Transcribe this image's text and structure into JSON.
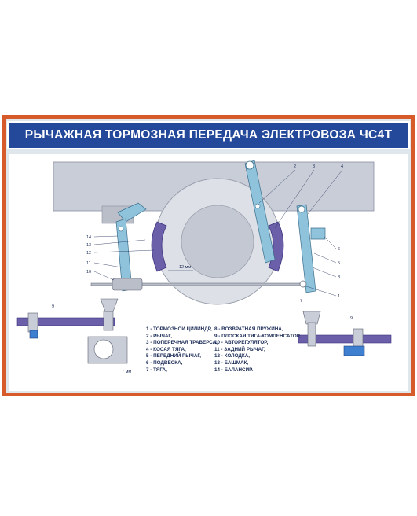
{
  "title": "РЫЧАЖНАЯ ТОРМОЗНАЯ ПЕРЕДАЧА ЭЛЕКТРОВОЗА ЧС4Т",
  "colors": {
    "border": "#d65a2a",
    "title_bg": "#24489a",
    "part": "#8fc3dc",
    "shoe": "#6a5fa8",
    "frame": "#c9cdd8"
  },
  "dimensions": {
    "main": "12 мм",
    "detail": "7 мм"
  },
  "callouts_left": [
    "14",
    "13",
    "12",
    "11",
    "10"
  ],
  "callouts_top": [
    "2",
    "3",
    "4"
  ],
  "callouts_right": [
    "6",
    "5",
    "8",
    "1"
  ],
  "callout_bottom": "7",
  "detail_callouts": {
    "left": "9",
    "right": "9"
  },
  "legend_left": [
    "1 - ТОРМОЗНОЙ ЦИЛИНДР,",
    "2 - РЫЧАГ,",
    "3 - ПОПЕРЕЧНАЯ ТРАВЕРСА,",
    "4 - КОСАЯ ТЯГА,",
    "5 - ПЕРЕДНИЙ РЫЧАГ,",
    "6 - ПОДВЕСКА,",
    "7 - ТЯГА,"
  ],
  "legend_right": [
    "8 - ВОЗВРАТНАЯ ПРУЖИНА,",
    "9 - ПЛОСКАЯ ТЯГА-КОМПЕНСАТОР,",
    "10 - АВТОРЕГУЛЯТОР,",
    "11 - ЗАДНИЙ РЫЧАГ,",
    "12 - КОЛОДКА,",
    "13 - БАШМАК,",
    "14 - БАЛАНСИР."
  ]
}
